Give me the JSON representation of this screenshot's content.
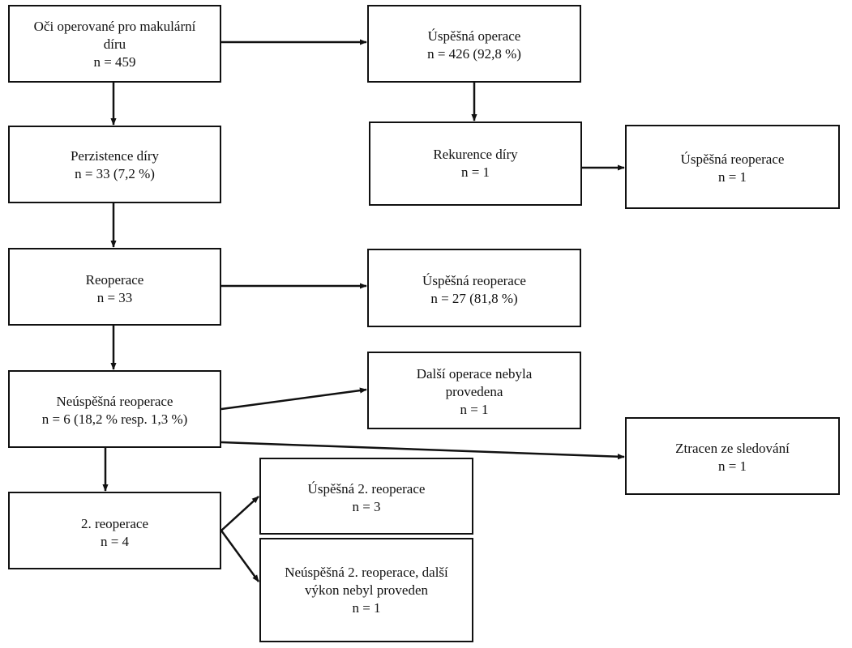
{
  "nodes": {
    "eyes_operated": {
      "lines": [
        "Oči operované pro makulární",
        "díru",
        "n = 459"
      ]
    },
    "successful_operation": {
      "lines": [
        "Úspěšná operace",
        "n = 426 (92,8 %)"
      ]
    },
    "hole_persistence": {
      "lines": [
        "Perzistence díry",
        "n = 33 (7,2 %)"
      ]
    },
    "hole_recurrence": {
      "lines": [
        "Rekurence díry",
        "n = 1"
      ]
    },
    "recurrence_successful_reoperation": {
      "lines": [
        "Úspěšná reoperace",
        "n = 1"
      ]
    },
    "reoperation": {
      "lines": [
        "Reoperace",
        "n = 33"
      ]
    },
    "successful_reoperation": {
      "lines": [
        "Úspěšná reoperace",
        "n = 27 (81,8  %)"
      ]
    },
    "unsuccessful_reoperation": {
      "lines": [
        "Neúspěšná reoperace",
        "n = 6 (18,2 % resp. 1,3 %)"
      ]
    },
    "no_further_operation": {
      "lines": [
        "Další operace nebyla",
        "provedena",
        "n = 1"
      ]
    },
    "lost_to_follow_up": {
      "lines": [
        "Ztracen ze sledování",
        "n = 1"
      ]
    },
    "second_reoperation": {
      "lines": [
        "2. reoperace",
        "n = 4"
      ]
    },
    "successful_second_reoperation": {
      "lines": [
        "Úspěšná 2. reoperace",
        "n = 3"
      ]
    },
    "unsuccessful_second_reoperation": {
      "lines": [
        "Neúspěšná 2. reoperace, další",
        "výkon nebyl proveden",
        "n = 1"
      ]
    }
  },
  "edges": [
    {
      "from": "eyes_operated",
      "to": "successful_operation"
    },
    {
      "from": "eyes_operated",
      "to": "hole_persistence"
    },
    {
      "from": "successful_operation",
      "to": "hole_recurrence"
    },
    {
      "from": "hole_recurrence",
      "to": "recurrence_successful_reoperation"
    },
    {
      "from": "hole_persistence",
      "to": "reoperation"
    },
    {
      "from": "reoperation",
      "to": "successful_reoperation"
    },
    {
      "from": "reoperation",
      "to": "unsuccessful_reoperation"
    },
    {
      "from": "unsuccessful_reoperation",
      "to": "no_further_operation"
    },
    {
      "from": "unsuccessful_reoperation",
      "to": "lost_to_follow_up"
    },
    {
      "from": "unsuccessful_reoperation",
      "to": "second_reoperation"
    },
    {
      "from": "second_reoperation",
      "to": "successful_second_reoperation"
    },
    {
      "from": "second_reoperation",
      "to": "unsuccessful_second_reoperation"
    }
  ]
}
